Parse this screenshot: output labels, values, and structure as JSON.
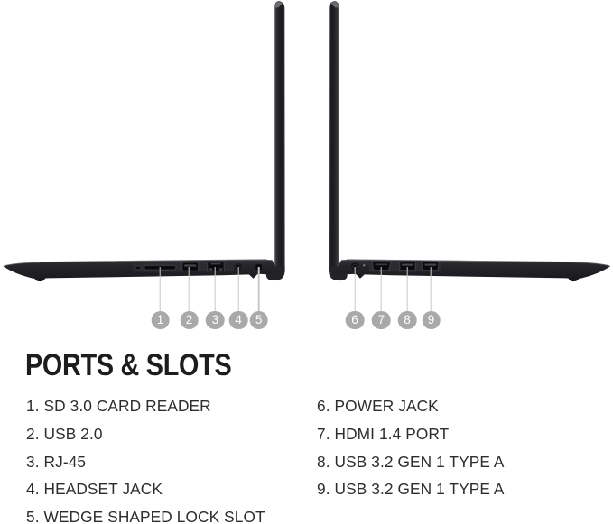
{
  "heading": "PORTS & SLOTS",
  "legend": {
    "left": [
      "1. SD 3.0 CARD READER",
      "2. USB 2.0",
      "3. RJ-45",
      "4. HEADSET JACK",
      "5. WEDGE SHAPED LOCK SLOT"
    ],
    "right": [
      "6. POWER JACK",
      "7. HDMI 1.4 PORT",
      "8. USB 3.2 GEN 1 TYPE A",
      "9. USB 3.2 GEN 1 TYPE A"
    ]
  },
  "callouts": [
    "1",
    "2",
    "3",
    "4",
    "5",
    "6",
    "7",
    "8",
    "9"
  ],
  "colors": {
    "background": "#ffffff",
    "laptop_body": "#232327",
    "callout_circle": "#a9a9a9",
    "callout_line": "#c9c9c9",
    "heading_text": "#1d1d1d",
    "legend_text": "#2d2d2d",
    "badge_number_text": "#ffffff"
  }
}
